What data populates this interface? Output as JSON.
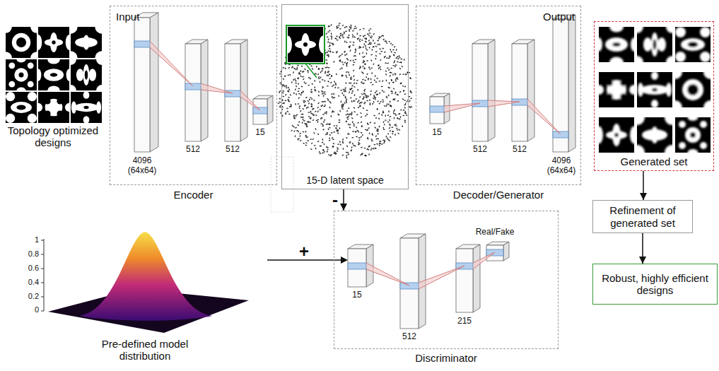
{
  "diagram": {
    "nodes": [
      {
        "text": [
          "Input",
          "Encoder"
        ]
      },
      {
        "text": [
          "15-D latent space"
        ]
      },
      {
        "text": [
          "Output",
          "Decoder/Generator"
        ]
      },
      {
        "text": [
          "Generated set"
        ]
      },
      {
        "text": [
          "Refinement of generated set"
        ]
      },
      {
        "text": [
          "Robust, highly efficient designs"
        ]
      },
      {
        "text": [
          "Discriminator"
        ]
      }
    ],
    "edges": [
      {
        "from": 1,
        "to": 6,
        "label": "-",
        "arrow": "to"
      },
      {
        "from": 3,
        "to": 4,
        "arrow": "to"
      },
      {
        "from": 4,
        "to": 5,
        "arrow": "to"
      }
    ],
    "labels": [
      "Topology optimized designs",
      "4096 (64x64)",
      "512",
      "512",
      "15",
      "15",
      "512",
      "512",
      "4096 (64x64)",
      "+",
      "15",
      "512",
      "215",
      "Real/Fake",
      "1",
      "0.8",
      "0.6",
      "0.4",
      "0.2",
      "0",
      "Pre-defined model distribution"
    ]
  }
}
